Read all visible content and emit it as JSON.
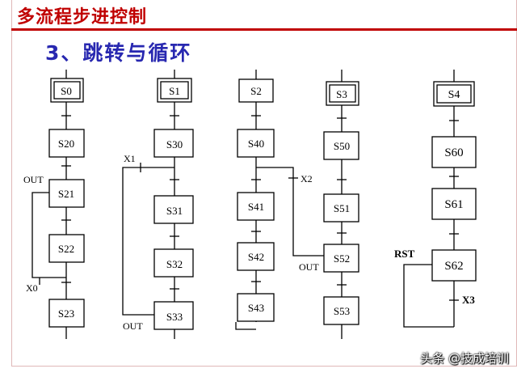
{
  "header": {
    "title": "多流程步进控制"
  },
  "section": {
    "title": "3、跳转与循环"
  },
  "watermark": "头条 @技成培训",
  "diagram": {
    "columns": [
      {
        "id": "c1",
        "steps": [
          "S0",
          "S20",
          "S21",
          "S22",
          "S23"
        ],
        "labels": [
          "OUT",
          "X0"
        ]
      },
      {
        "id": "c2",
        "steps": [
          "S1",
          "S30",
          "S31",
          "S32",
          "S33"
        ],
        "labels": [
          "X1",
          "OUT"
        ]
      },
      {
        "id": "c3",
        "steps": [
          "S2",
          "S40",
          "S41",
          "S42",
          "S43"
        ],
        "labels": [
          "X2"
        ]
      },
      {
        "id": "c4",
        "steps": [
          "S3",
          "S50",
          "S51",
          "S52",
          "S53"
        ],
        "labels": [
          "OUT"
        ]
      },
      {
        "id": "c5",
        "steps": [
          "S4",
          "S60",
          "S61",
          "S62"
        ],
        "labels": [
          "RST",
          "X3"
        ]
      }
    ]
  }
}
